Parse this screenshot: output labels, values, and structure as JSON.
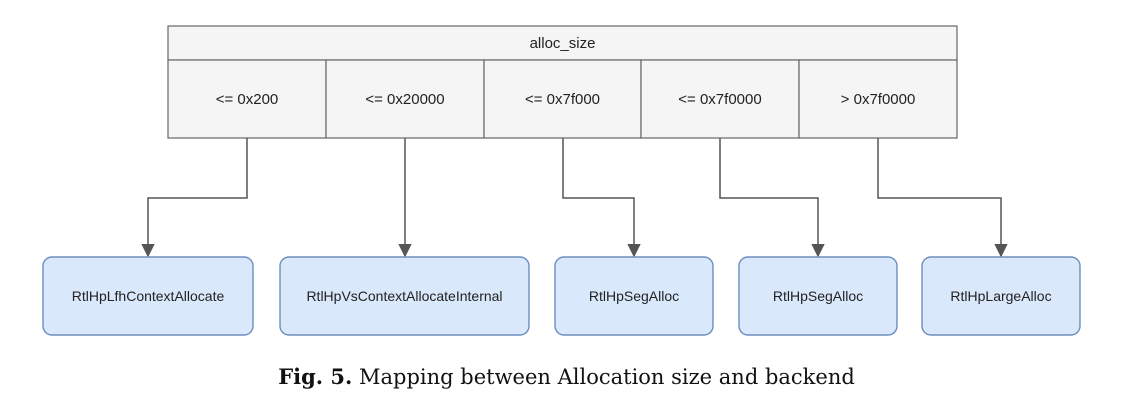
{
  "table": {
    "header": "alloc_size",
    "cells": [
      "<= 0x200",
      "<= 0x20000",
      "<= 0x7f000",
      "<= 0x7f0000",
      "> 0x7f0000"
    ]
  },
  "backends": [
    "RtlHpLfhContextAllocate",
    "RtlHpVsContextAllocateInternal",
    "RtlHpSegAlloc",
    "RtlHpSegAlloc",
    "RtlHpLargeAlloc"
  ],
  "caption": {
    "label": "Fig. 5.",
    "text": "Mapping between Allocation size and backend"
  },
  "colors": {
    "table_fill": "#f5f5f5",
    "table_stroke": "#666666",
    "box_fill": "#dae8fc",
    "box_stroke": "#6c8ebf",
    "arrow": "#555555"
  }
}
